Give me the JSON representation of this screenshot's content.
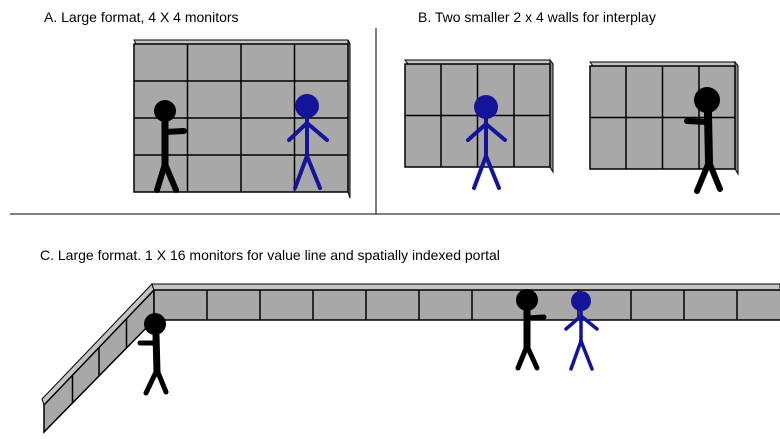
{
  "panels": {
    "a": {
      "caption": "A. Large format, 4 X 4 monitors"
    },
    "b": {
      "caption": "B. Two smaller 2 x 4 walls for interplay"
    },
    "c": {
      "caption": "C. Large format. 1 X 16 monitors for value line and spatially indexed portal"
    }
  },
  "colors": {
    "monitor_fill": "#a8a8a8",
    "monitor_side": "#8c8c8c",
    "monitor_top": "#c4c4c4",
    "outline": "#000000",
    "figure_black": "#000000",
    "figure_blue": "#14149a",
    "divider": "#000000"
  }
}
